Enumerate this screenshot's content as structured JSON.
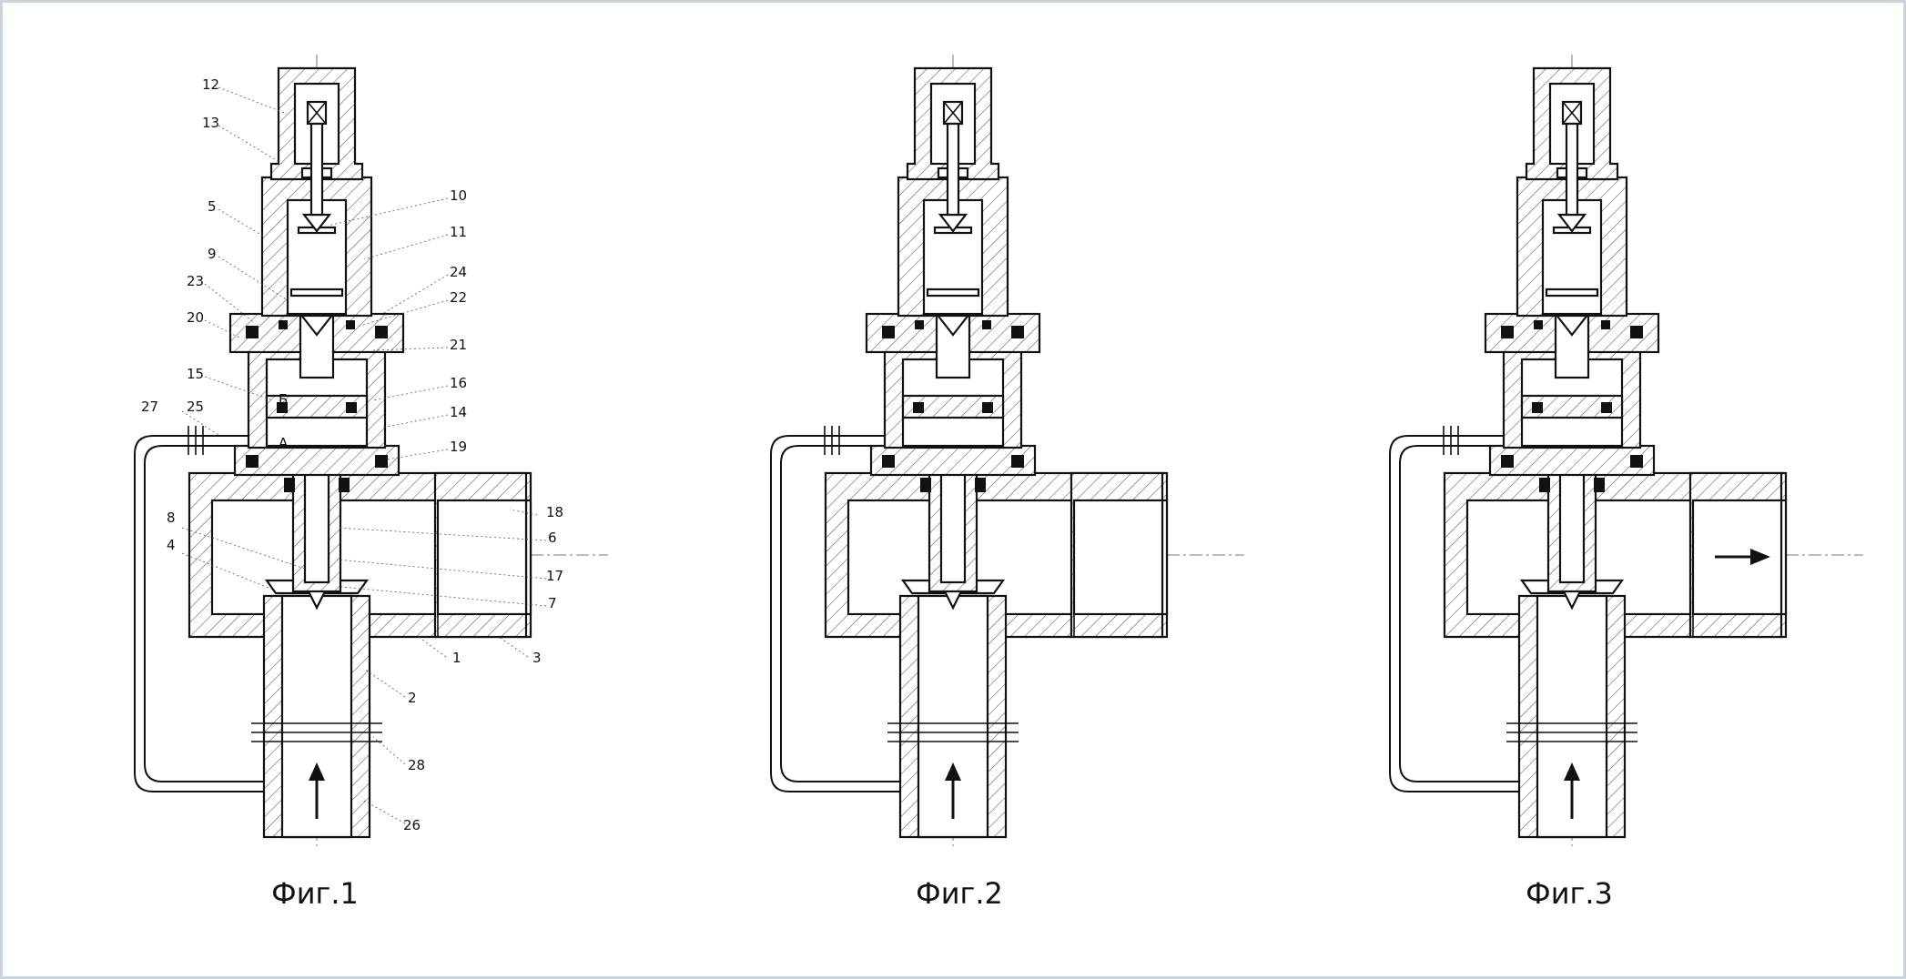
{
  "figures": [
    {
      "id": "fig1",
      "caption": "Фиг.1"
    },
    {
      "id": "fig2",
      "caption": "Фиг.2"
    },
    {
      "id": "fig3",
      "caption": "Фиг.3"
    }
  ],
  "fig1_labels": [
    {
      "text": "12"
    },
    {
      "text": "13"
    },
    {
      "text": "5"
    },
    {
      "text": "9"
    },
    {
      "text": "23"
    },
    {
      "text": "20"
    },
    {
      "text": "15"
    },
    {
      "text": "27"
    },
    {
      "text": "25"
    },
    {
      "text": "8"
    },
    {
      "text": "4"
    },
    {
      "text": "10"
    },
    {
      "text": "11"
    },
    {
      "text": "24"
    },
    {
      "text": "22"
    },
    {
      "text": "21"
    },
    {
      "text": "16"
    },
    {
      "text": "14"
    },
    {
      "text": "19"
    },
    {
      "text": "18"
    },
    {
      "text": "6"
    },
    {
      "text": "17"
    },
    {
      "text": "7"
    },
    {
      "text": "1"
    },
    {
      "text": "3"
    },
    {
      "text": "2"
    },
    {
      "text": "28"
    },
    {
      "text": "26"
    }
  ],
  "chamber_labels": {
    "a": "А",
    "b": "Б"
  },
  "colors": {
    "ink": "#111111",
    "frame": "#cdd4d9",
    "background": "#ffffff"
  }
}
